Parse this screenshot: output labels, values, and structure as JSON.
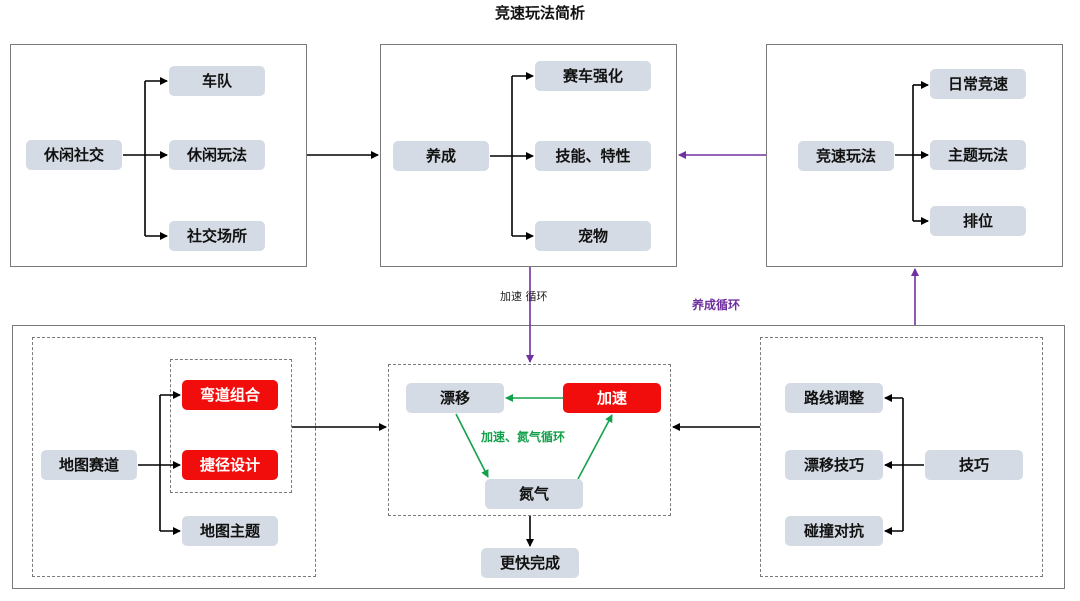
{
  "title": "竞速玩法简析",
  "colors": {
    "node_bg": "#d5dbe4",
    "highlight": "#f20d0d",
    "purple": "#7030a0",
    "green": "#13a14b",
    "line": "#000000"
  },
  "social": {
    "root": "休闲社交",
    "children": [
      "车队",
      "休闲玩法",
      "社交场所"
    ]
  },
  "growth": {
    "root": "养成",
    "children": [
      "赛车强化",
      "技能、特性",
      "宠物"
    ]
  },
  "racing": {
    "root": "竞速玩法",
    "children": [
      "日常竞速",
      "主题玩法",
      "排位"
    ]
  },
  "map": {
    "root": "地图赛道",
    "children": [
      "弯道组合",
      "捷径设计",
      "地图主题"
    ],
    "highlighted": [
      "弯道组合",
      "捷径设计"
    ]
  },
  "cycle": {
    "drift": "漂移",
    "boost": "加速",
    "nitro": "氮气",
    "label": "加速、氮气循环",
    "result": "更快完成"
  },
  "skills": {
    "root": "技巧",
    "children": [
      "路线调整",
      "漂移技巧",
      "碰撞对抗"
    ]
  },
  "edge_labels": {
    "boost_loop": "加速 循环",
    "growth_loop": "养成循环"
  }
}
